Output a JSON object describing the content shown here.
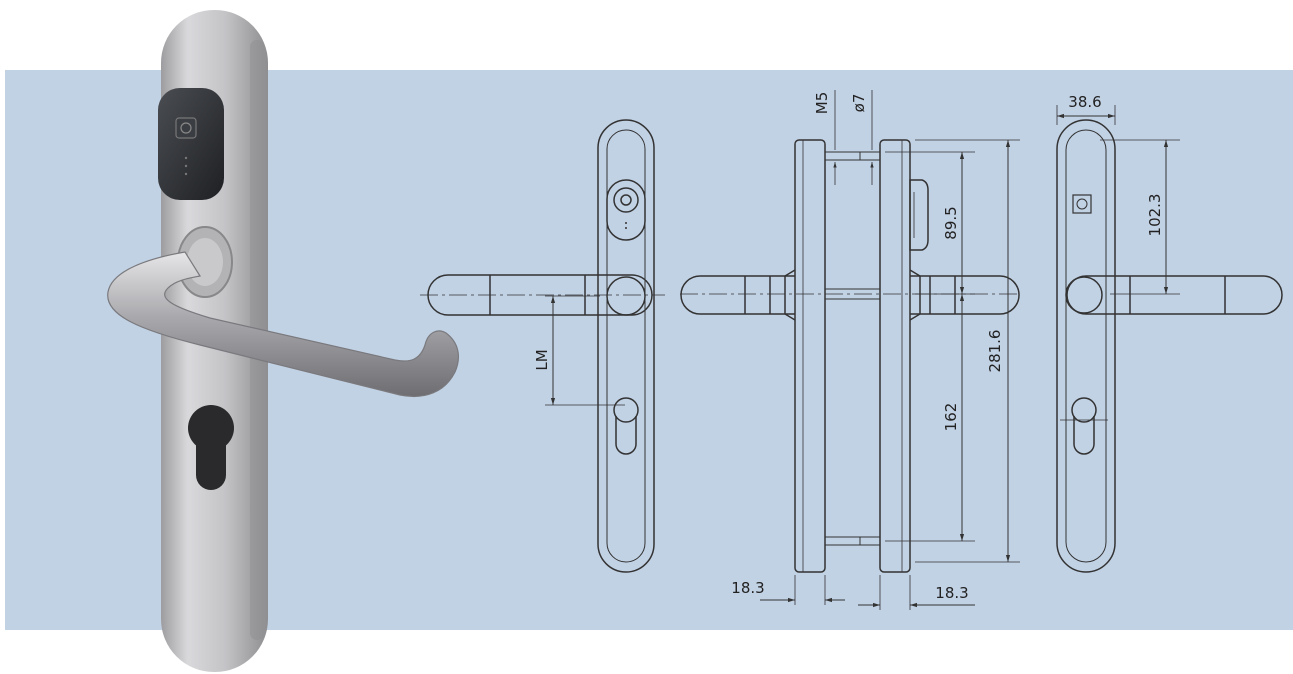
{
  "colors": {
    "panel": "#c2d2e5",
    "line": "#333333",
    "plate_steel": "#c9c9cc",
    "reader": "#2b2d31"
  },
  "drawings": {
    "front_view": {
      "lm_label": "LM"
    },
    "side_view": {
      "m5_label": "M5",
      "dia_label": "ø7",
      "height_upper": "89.5",
      "height_lower": "162",
      "total_height": "281.6",
      "left_thickness": "18.3",
      "right_thickness": "18.3"
    },
    "back_view": {
      "width_label": "38.6",
      "handle_height": "102.3"
    }
  }
}
